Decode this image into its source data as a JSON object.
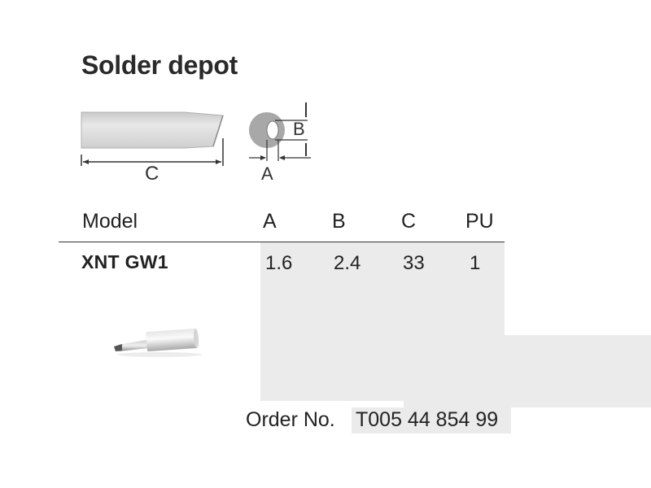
{
  "title": "Solder depot",
  "diagram": {
    "dim_c": "C",
    "dim_a": "A",
    "dim_b": "B",
    "colors": {
      "line": "#333333",
      "body": "#d9d9d9",
      "ring": "#a8a8a8"
    }
  },
  "table": {
    "headers": [
      "Model",
      "A",
      "B",
      "C",
      "PU"
    ],
    "row": {
      "model": "XNT GW1",
      "a": "1.6",
      "b": "2.4",
      "c": "33",
      "pu": "1"
    }
  },
  "product_image_icon": "soldering-tip-photo",
  "order": {
    "label": "Order No.",
    "value": "T005 44 854 99"
  },
  "colors": {
    "shade": "#ebebeb",
    "text": "#222222"
  }
}
